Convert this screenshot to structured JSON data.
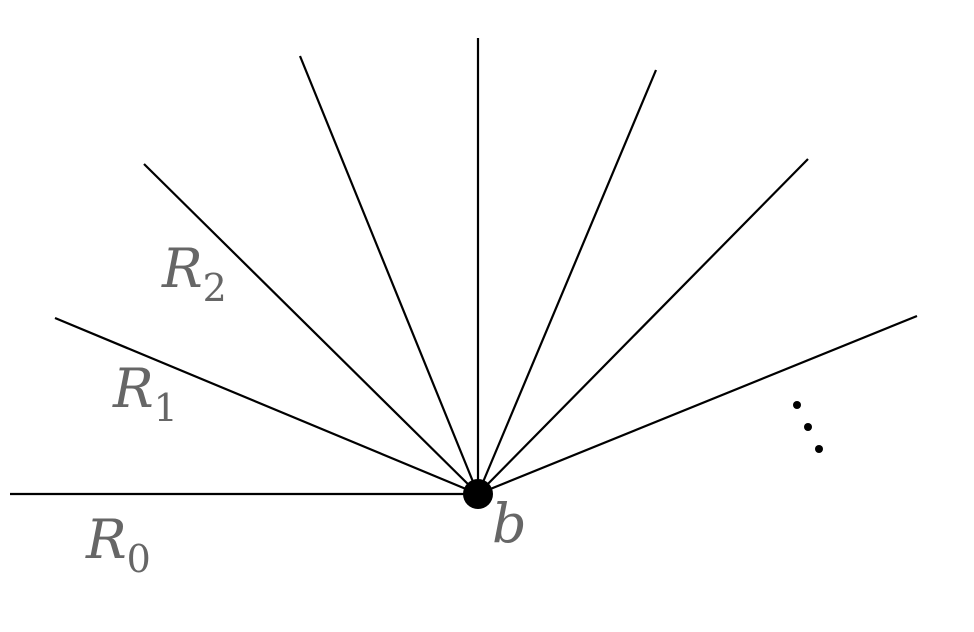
{
  "diagram": {
    "colors": {
      "line": "#000000",
      "label": "#666666",
      "background": "#ffffff"
    },
    "vertex": {
      "label": "b"
    },
    "rays": [
      {
        "id": "R0",
        "main": "R",
        "sub": "0"
      },
      {
        "id": "R1",
        "main": "R",
        "sub": "1"
      },
      {
        "id": "R2",
        "main": "R",
        "sub": "2"
      }
    ],
    "continuation": "⋱"
  }
}
